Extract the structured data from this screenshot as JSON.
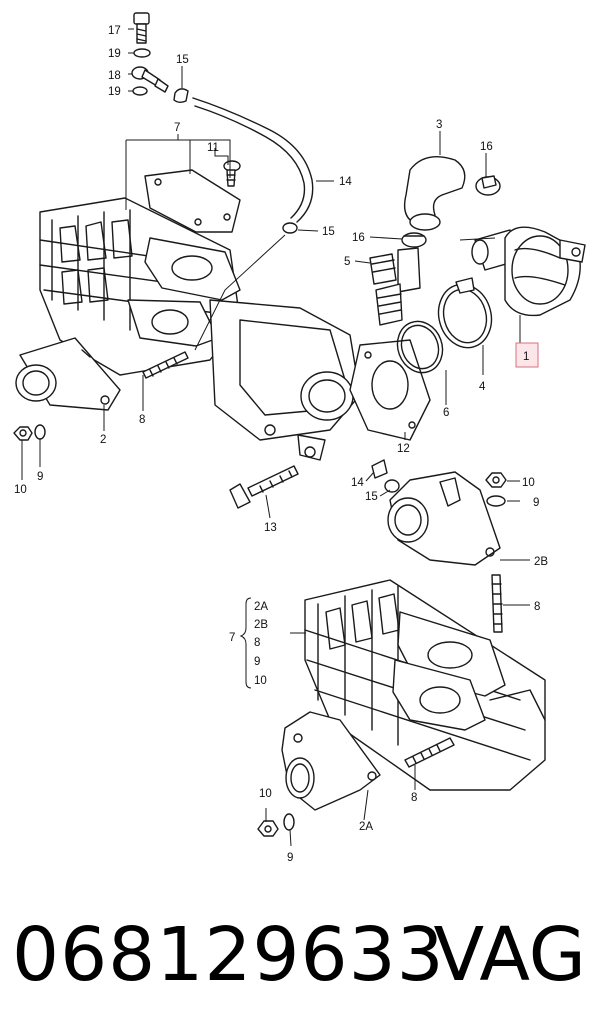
{
  "callouts": {
    "c17": "17",
    "c19a": "19",
    "c18": "18",
    "c19b": "19",
    "c15a": "15",
    "c7a": "7",
    "c11": "11",
    "c14a": "14",
    "c15b": "15",
    "c3": "3",
    "c16a": "16",
    "c16b": "16",
    "c5": "5",
    "c1": "1",
    "c4": "4",
    "c6": "6",
    "c12": "12",
    "c8a": "8",
    "c2a": "2",
    "c10a": "10",
    "c9a": "9",
    "c13": "13",
    "c14b": "14",
    "c15c": "15",
    "c10b": "10",
    "c9b": "9",
    "c2b": "2B",
    "c8b": "8",
    "c7b": "7",
    "c8c": "8",
    "c10c": "10",
    "c2c": "2A",
    "c9c": "9"
  },
  "brace_list": [
    "2A",
    "2B",
    "8",
    "9",
    "10"
  ],
  "caption": {
    "part_number": "068129633",
    "brand": "VAG"
  },
  "colors": {
    "highlight_box": "#fde6ea",
    "highlight_border": "#d9707f"
  }
}
